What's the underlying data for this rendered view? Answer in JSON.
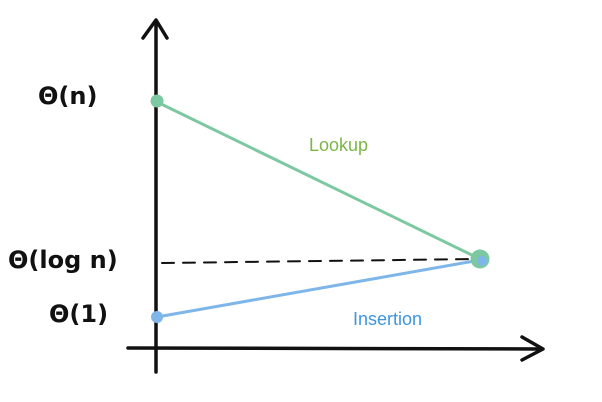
{
  "y_axis": {
    "tick_labels": [
      "Θ(n)",
      "Θ(log n)",
      "Θ(1)"
    ]
  },
  "series": [
    {
      "key": "lookup",
      "name": "Lookup",
      "color": "#7cc8a0",
      "label_color": "#7ab648",
      "from": "Θ(n)",
      "to": "Θ(log n)"
    },
    {
      "key": "insertion",
      "name": "Insertion",
      "color": "#7fb6ea",
      "label_color": "#3d95e0",
      "from": "Θ(1)",
      "to": "Θ(log n)"
    }
  ],
  "colors": {
    "axis": "#111111",
    "dashed_guide": "#111111",
    "meeting_point_fill": "#7cc8a0",
    "meeting_point_inner": "#7fb6ea"
  },
  "icons": {
    "x_axis_end": "arrow-right-icon",
    "y_axis_end": "arrow-up-icon"
  }
}
